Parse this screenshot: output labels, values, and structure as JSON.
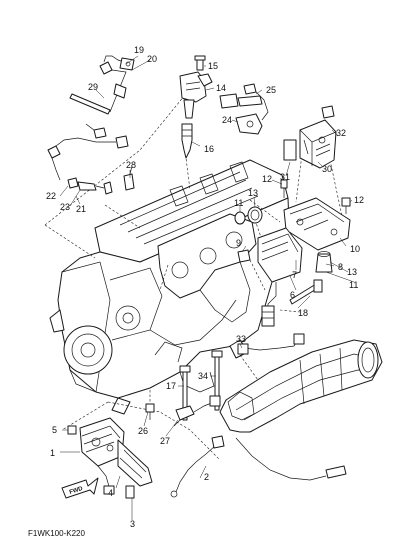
{
  "diagram": {
    "code": "F1WK100-K220",
    "fwd_label": "FWD",
    "callouts": [
      "1",
      "2",
      "3",
      "4",
      "5",
      "6",
      "7",
      "8",
      "9",
      "10",
      "11",
      "11",
      "12",
      "12",
      "13",
      "13",
      "14",
      "15",
      "16",
      "17",
      "18",
      "19",
      "20",
      "21",
      "22",
      "23",
      "24",
      "25",
      "26",
      "27",
      "28",
      "29",
      "30",
      "31",
      "32",
      "33",
      "34"
    ]
  }
}
